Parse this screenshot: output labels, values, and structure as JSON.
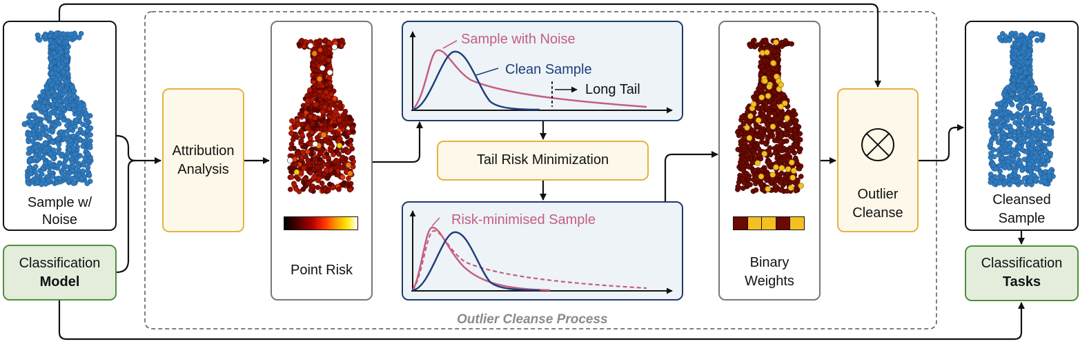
{
  "input_sample": {
    "line1": "Sample w/",
    "line2": "Noise"
  },
  "classification_model": {
    "line1": "Classification",
    "line2": "Model"
  },
  "attribution": {
    "line1": "Attribution",
    "line2": "Analysis"
  },
  "point_risk": {
    "label": "Point Risk"
  },
  "top_plot": {
    "noise_label": "Sample with Noise",
    "clean_label": "Clean Sample",
    "tail_label": "Long Tail"
  },
  "tail_risk": {
    "label": "Tail Risk Minimization"
  },
  "bottom_plot": {
    "label": "Risk-minimised Sample"
  },
  "binary_weights": {
    "line1": "Binary",
    "line2": "Weights"
  },
  "outlier_cleanse": {
    "line1": "Outlier",
    "line2": "Cleanse"
  },
  "cleansed_sample": {
    "line1": "Cleansed",
    "line2": "Sample"
  },
  "classification_tasks": {
    "line1": "Classification",
    "line2": "Tasks"
  },
  "process": {
    "label": "Outlier Cleanse Process"
  },
  "colors": {
    "yellow_border": "#e3b341",
    "yellow_fill": "#fdf8e9",
    "green_border": "#4f8f3c",
    "green_fill": "#e4ecdc",
    "blue_border": "#1f3a68",
    "plot_fill": "#edf3f7",
    "clean_curve": "#1f3d7a",
    "noise_curve": "#c45e7e",
    "point_blue": "#2f7bbf",
    "dark_red": "#7a0b00"
  }
}
